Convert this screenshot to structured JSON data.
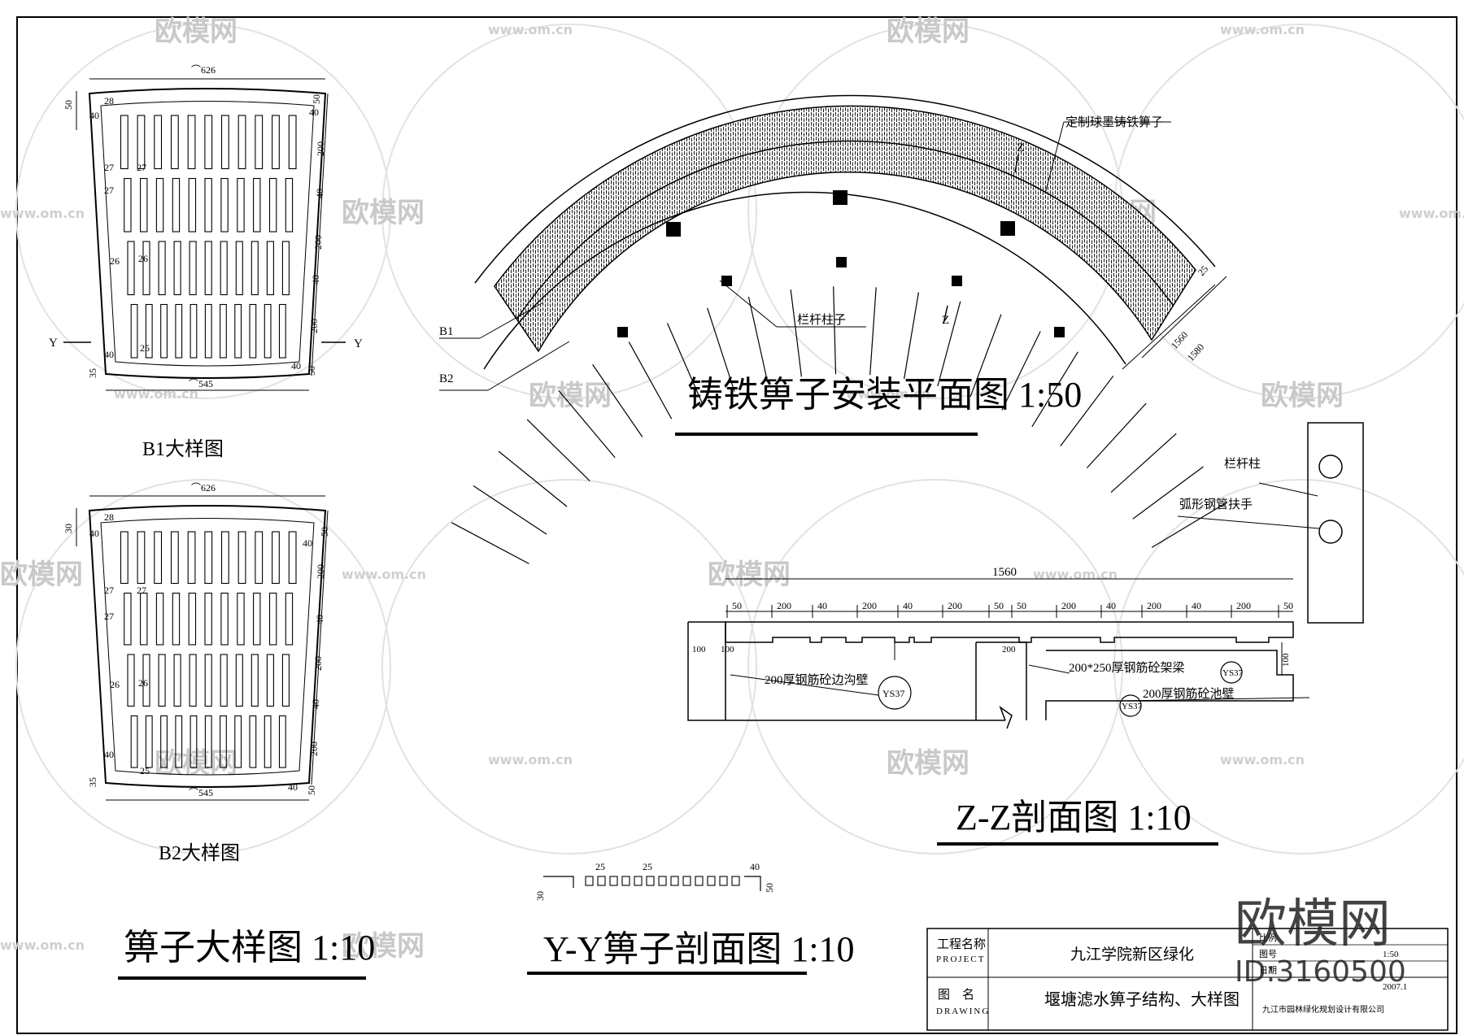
{
  "watermark": {
    "brand": "欧模网",
    "url": "www.om.cn",
    "id": "ID:3160500"
  },
  "detail_b1": {
    "caption": "B1大样图",
    "top_width": "⌒626",
    "bottom_width": "⌒545",
    "right_dims": [
      "50",
      "40",
      "200",
      "40",
      "200",
      "40",
      "200",
      "40",
      "50"
    ],
    "left_dims": [
      "50",
      "40",
      "35"
    ],
    "slot_labels": [
      "28",
      "27",
      "27",
      "27",
      "26",
      "26",
      "25",
      "40"
    ],
    "section_mark": "Y"
  },
  "detail_b2": {
    "caption": "B2大样图",
    "top_width": "⌒626",
    "bottom_width": "⌒545",
    "right_dims": [
      "50",
      "40",
      "200",
      "40",
      "200",
      "40",
      "200",
      "40",
      "50"
    ],
    "left_dims": [
      "30",
      "40",
      "35"
    ],
    "slot_labels": [
      "28",
      "27",
      "27",
      "27",
      "26",
      "26",
      "25",
      "40"
    ]
  },
  "title_detail": "箅子大样图 1:10",
  "plan": {
    "title": "铸铁箅子安装平面图 1:50",
    "label_grate": "定制球墨铸铁箅子",
    "label_post": "栏杆柱子",
    "label_b1": "B1",
    "label_b2": "B2",
    "section_mark": "Z",
    "dim_inner": "1560",
    "dim_outer": "1580",
    "dim_edge": "25"
  },
  "yy_section": {
    "title": "Y-Y箅子剖面图 1:10",
    "dims": [
      "25",
      "25",
      "40",
      "50",
      "30"
    ]
  },
  "zz_section": {
    "title": "Z-Z剖面图 1:10",
    "label_post": "栏杆柱",
    "label_handrail": "弧形钢管扶手",
    "overall": "1560",
    "dims": [
      "50",
      "200",
      "40",
      "200",
      "40",
      "200",
      "50",
      "50",
      "200",
      "40",
      "200",
      "40",
      "200",
      "50"
    ],
    "label_wall_edge": "200厚钢筋砼边沟壁",
    "label_beam": "200*250厚钢筋砼架梁",
    "label_pool_wall": "200厚钢筋砼池壁",
    "ref_tag": "YS37",
    "small_dims": [
      "100",
      "100",
      "200",
      "100"
    ]
  },
  "title_block": {
    "project_label": "工程名称",
    "project_label_en": "PROJECT",
    "project_value": "九江学院新区绿化",
    "drawing_label": "图　名",
    "drawing_label_en": "DRAWING",
    "drawing_value": "堰塘滤水箅子结构、大样图",
    "scale_label": "比例",
    "scale_value": "1:50",
    "sheet_label": "图号",
    "date_label": "日期",
    "date_value": "2007.1",
    "company": "九江市园林绿化规划设计有限公司"
  }
}
